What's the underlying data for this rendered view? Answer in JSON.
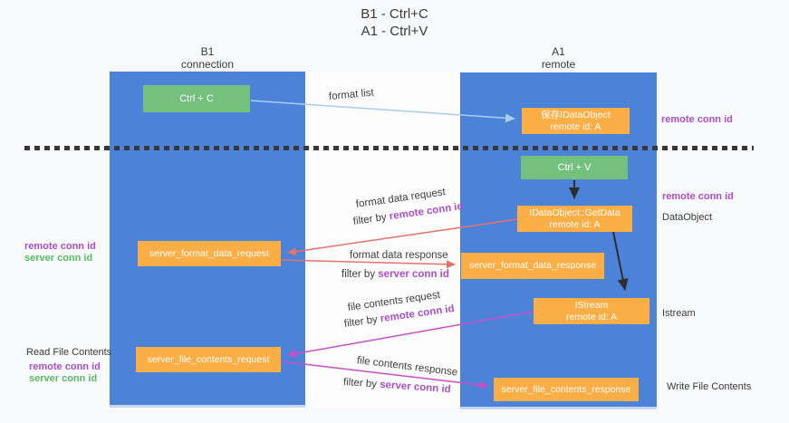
{
  "title": {
    "line1": "B1 - Ctrl+C",
    "line2": "A1 - Ctrl+V"
  },
  "columns": {
    "left": {
      "name_line": "B1",
      "role_line": "connection"
    },
    "right": {
      "name_line": "A1",
      "role_line": "remote"
    }
  },
  "boxes": {
    "ctrl_c": "Ctrl + C",
    "ctrl_v": "Ctrl + V",
    "save_idataobject": {
      "line1": "保存IDataObject",
      "line2": "remote id: A"
    },
    "getdata": {
      "line1": "IDataObject::GetData",
      "line2": "remote id: A"
    },
    "istream": {
      "line1": "IStream",
      "line2": "remote id: A"
    },
    "format_request": "server_format_data_request",
    "format_response": "server_format_data_response",
    "file_request": "server_file_contents_request",
    "file_response": "server_file_contents_response"
  },
  "flow_labels": {
    "format_list": "format list",
    "format_data_request": "format data request",
    "format_data_response": "format data response",
    "file_contents_request": "file contents request",
    "file_contents_response": "file contents response",
    "filter_by": "filter by",
    "remote_conn_id": "remote conn id",
    "server_conn_id": "server conn id"
  },
  "side_labels": {
    "remote_conn_id": "remote conn id",
    "server_conn_id": "server conn id",
    "dataobject": "DataObject",
    "istream": "Istream",
    "read_file_contents": "Read File Contents",
    "write_file_contents": "Write File Contents"
  },
  "colors": {
    "column_blue": "#4c83d9",
    "box_green": "#74c17e",
    "box_orange": "#fbae45",
    "label_purple": "#ab4fc8",
    "label_green": "#56bb63",
    "arrow_light_blue": "#a9cdec",
    "arrow_red": "#e4736c",
    "arrow_magenta": "#c94fc9",
    "arrow_black": "#2d2d2d",
    "dashed_line": "#383838"
  }
}
